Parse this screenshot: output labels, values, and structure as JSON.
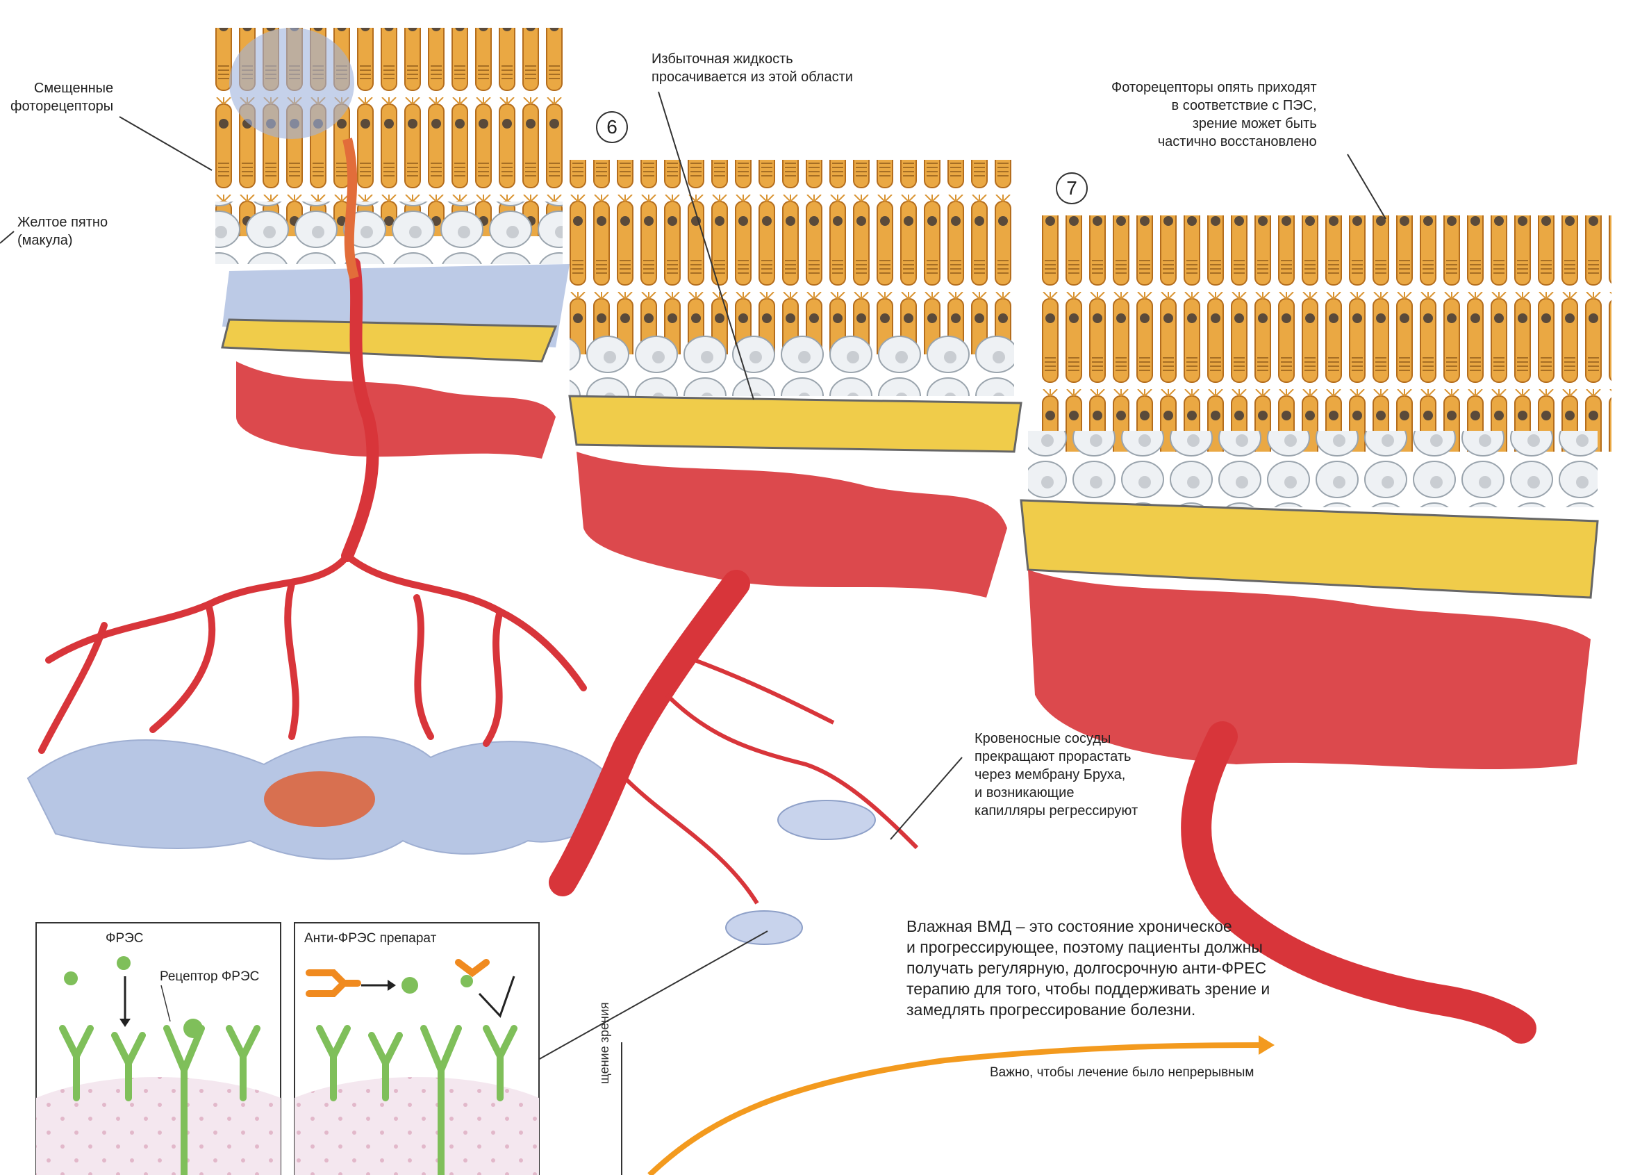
{
  "labels": {
    "displaced_photoreceptors": [
      "Смещенные",
      "фоторецепторы"
    ],
    "macula": [
      "Желтое пятно",
      "(макула)"
    ],
    "excess_fluid": [
      "Избыточная жидкость",
      "просачивается из этой области"
    ],
    "photoreceptors_restored": [
      "Фоторецепторы опять приходят",
      "в соответствие с ПЭС,",
      "зрение может быть",
      "частично восстановлено"
    ],
    "vessels_stop": [
      "Кровеносные сосуды",
      "прекращают прорастать",
      "через мембрану Бруха,",
      "и возникающие",
      "капилляры регрессируют"
    ]
  },
  "stages": {
    "six": "6",
    "seven": "7"
  },
  "insets": {
    "left": {
      "title": "ФРЭС",
      "receptor_label": "Рецептор ФРЭС"
    },
    "right": {
      "title": "Анти-ФРЭС препарат"
    }
  },
  "summary": [
    "Влажная ВМД – это состояние хроническое",
    "и прогрессирующее, поэтому пациенты должны",
    "получать регулярную, долгосрочную анти-ФРЕС",
    "терапию для того, чтобы поддерживать зрение и",
    "замедлять прогрессирование болезни."
  ],
  "note": "Важно, чтобы лечение было непрерывным",
  "axis_label": "щение зрения",
  "colors": {
    "photoreceptor": "#e9a53f",
    "vessel": "#d8353a",
    "fluid": "#9fb3dc",
    "membrane_yellow": "#f0cc4a",
    "receptor": "#7fbf5a",
    "drug": "#f08a1f",
    "arrow": "#f39a1e"
  }
}
